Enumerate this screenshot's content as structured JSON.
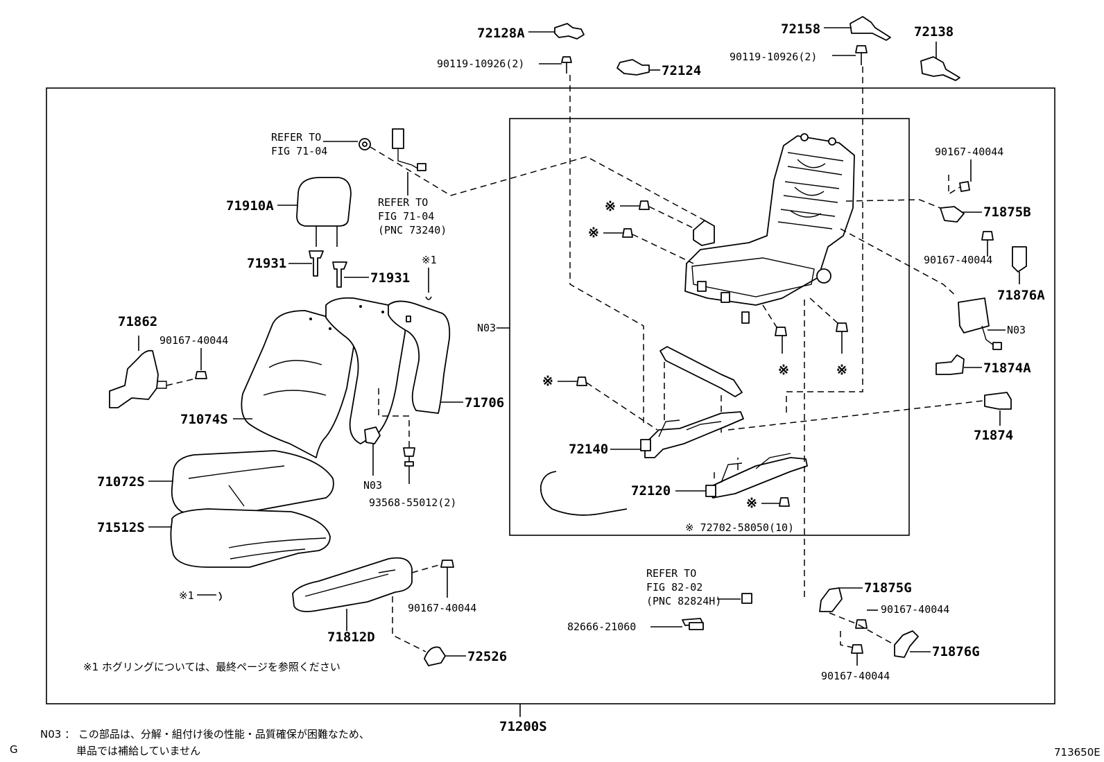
{
  "labels": {
    "p72128A": "72128A",
    "p72158": "72158",
    "p72138": "72138",
    "p72124": "72124",
    "bolt_top_left": "90119-10926(2)",
    "bolt_top_right": "90119-10926(2)",
    "refer_a_1": "REFER TO",
    "refer_a_2": "FIG 71-04",
    "refer_b_1": "REFER TO",
    "refer_b_2": "FIG 71-04",
    "refer_b_3": "(PNC 73240)",
    "p71910A": "71910A",
    "p71931_a": "71931",
    "p71931_b": "71931",
    "mark1_a": "※1",
    "p71862": "71862",
    "screw_71862": "90167-40044",
    "p71074S": "71074S",
    "p71706": "71706",
    "n03_left": "N03",
    "n03_mid": "N03",
    "n03_right": "N03",
    "p93568": "93568-55012(2)",
    "p71072S": "71072S",
    "p71512S": "71512S",
    "mark1_b": "※1",
    "screw_71812": "90167-40044",
    "p71812D": "71812D",
    "p72526": "72526",
    "p72140": "72140",
    "p72120": "72120",
    "bolt_note": "※ 72702-58050(10)",
    "star_1": "※",
    "star_2": "※",
    "star_3": "※",
    "star_4": "※",
    "star_5": "※",
    "star_6": "※",
    "star_7": "※",
    "screw_71875B": "90167-40044",
    "p71875B": "71875B",
    "screw_71876A": "90167-40044",
    "p71876A": "71876A",
    "p71874A": "71874A",
    "p71874": "71874",
    "refer_c_1": "REFER TO",
    "refer_c_2": "FIG 82-02",
    "refer_c_3": "(PNC 82824H)",
    "p82666": "82666-21060",
    "p71875G": "71875G",
    "screw_71875G": "90167-40044",
    "p71876G": "71876G",
    "screw_bottom": "90167-40044",
    "hog_ring_note": "※1 ホグリングについては、最終ページを参照ください",
    "p71200S": "71200S",
    "n03_note_1": "N03 ： この部品は、分解・組付け後の性能・品質確保が困難なため、",
    "n03_note_2": "単品では補給していません",
    "corner_g": "G",
    "fig_id": "713650E"
  }
}
